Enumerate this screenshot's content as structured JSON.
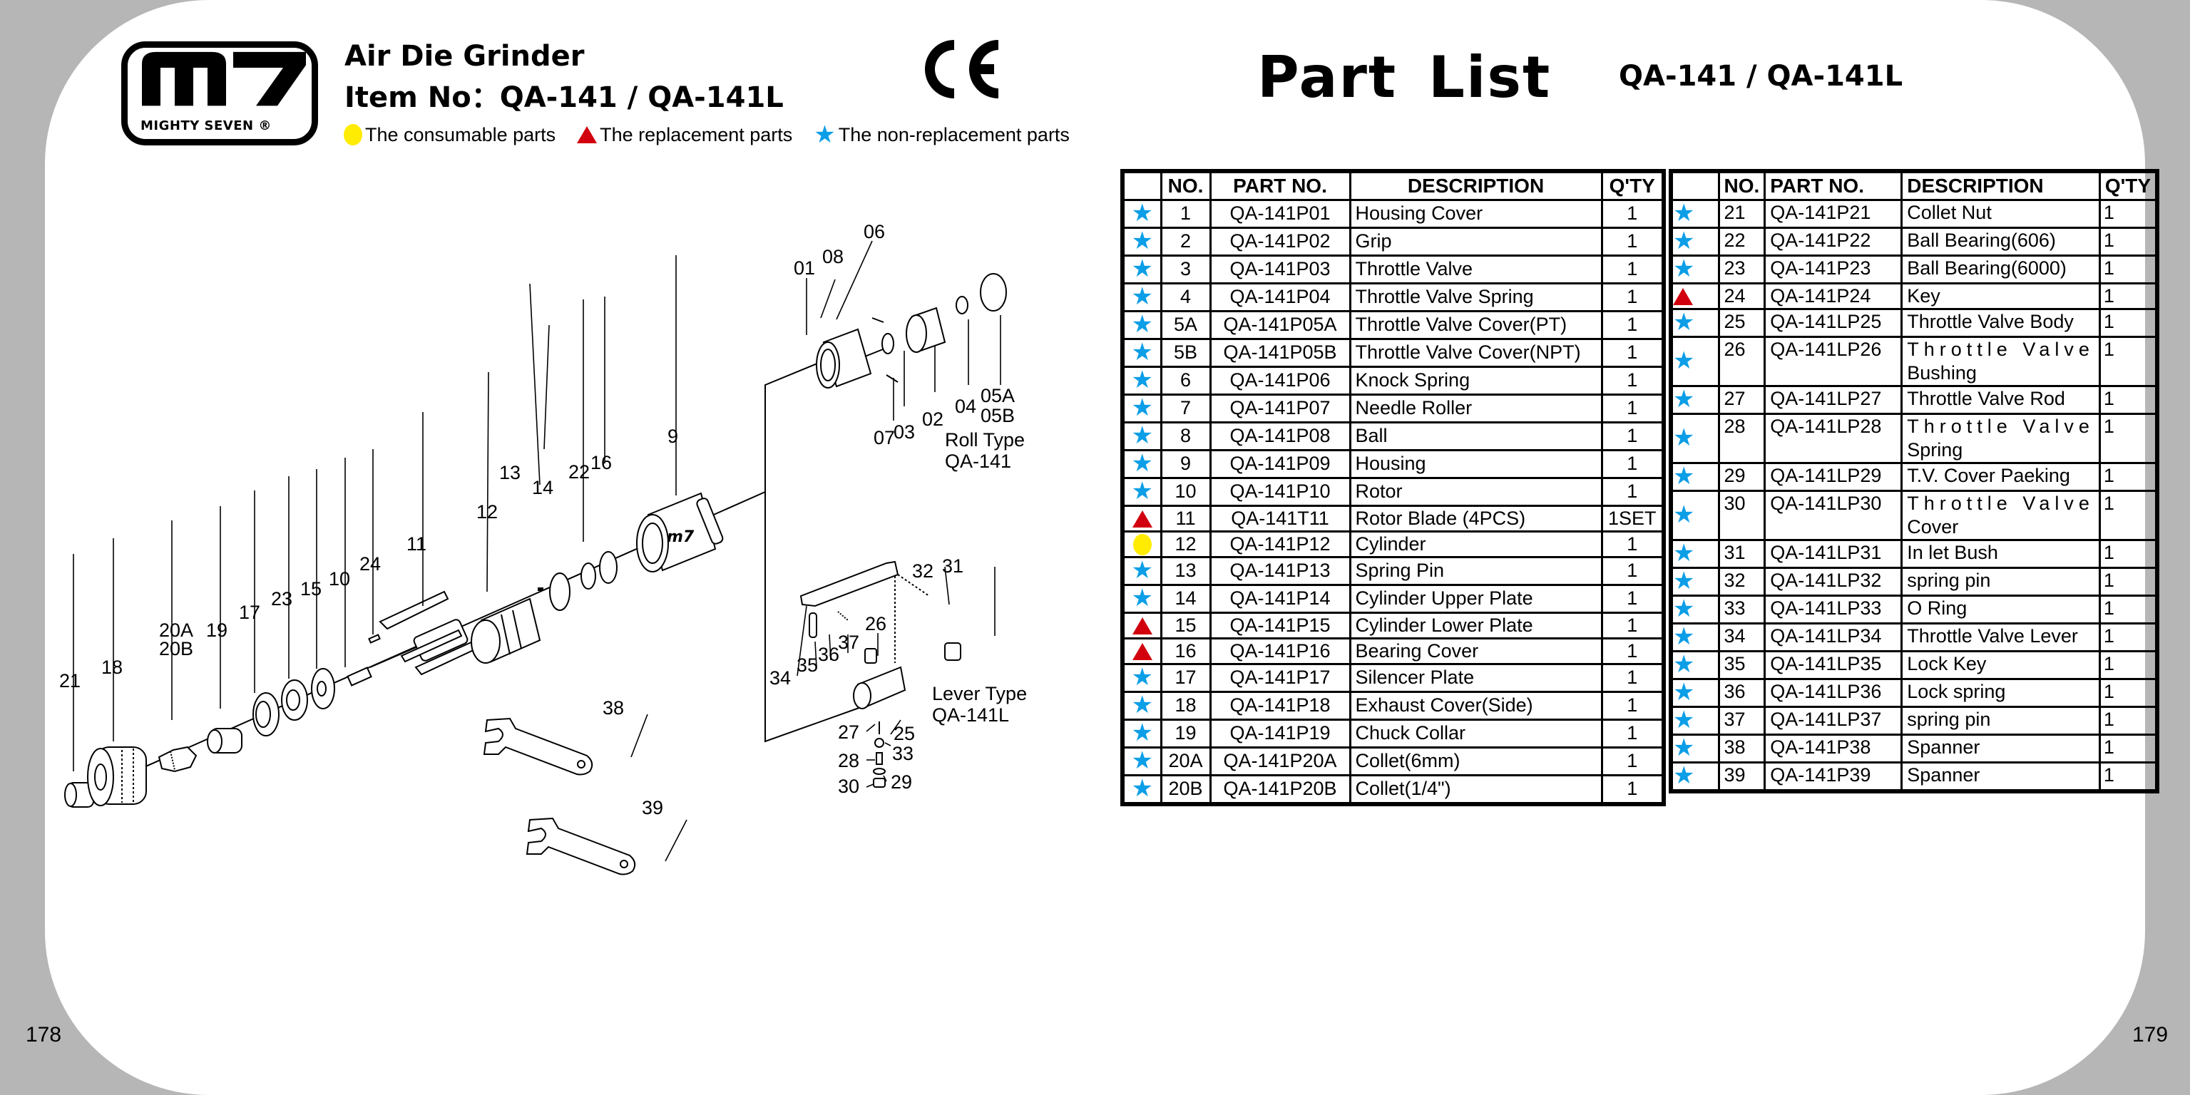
{
  "left_page": {
    "page_number": "178",
    "logo": {
      "mark": "m7",
      "brand": "MIGHTY SEVEN ®"
    },
    "product_title": "Air Die Grinder",
    "item_no": "Item No：QA-141 / QA-141L",
    "ce_mark": "CE",
    "legend": [
      {
        "symbol": "circle",
        "color": "#ffec00",
        "label": "The consumable parts"
      },
      {
        "symbol": "triangle",
        "color": "#d2000e",
        "label": "The replacement parts"
      },
      {
        "symbol": "star",
        "color": "#0c9ee7",
        "label": "The non-replacement parts"
      }
    ],
    "diagram": {
      "callouts": [
        "01",
        "08",
        "06",
        "02",
        "03",
        "07",
        "04",
        "05A",
        "05B",
        "9",
        "13",
        "14",
        "22",
        "16",
        "12",
        "11",
        "24",
        "10",
        "15",
        "23",
        "17",
        "19",
        "20A",
        "20B",
        "18",
        "21",
        "38",
        "39",
        "32",
        "31",
        "26",
        "37",
        "36",
        "35",
        "34",
        "27",
        "25",
        "33",
        "28",
        "29",
        "30"
      ],
      "roll_type": {
        "line1": "Roll Type",
        "line2": "QA-141"
      },
      "lever_type": {
        "line1": "Lever Type",
        "line2": "QA-141L"
      }
    }
  },
  "right_page": {
    "page_number": "179",
    "title": "Part List",
    "subtitle": "QA-141 / QA-141L",
    "columns": [
      "",
      "NO.",
      "PART NO.",
      "DESCRIPTION",
      "Q'TY"
    ],
    "table_left": [
      {
        "type": "star",
        "no": "1",
        "part": "QA-141P01",
        "desc": "Housing Cover",
        "qty": "1"
      },
      {
        "type": "star",
        "no": "2",
        "part": "QA-141P02",
        "desc": "Grip",
        "qty": "1"
      },
      {
        "type": "star",
        "no": "3",
        "part": "QA-141P03",
        "desc": "Throttle Valve",
        "qty": "1"
      },
      {
        "type": "star",
        "no": "4",
        "part": "QA-141P04",
        "desc": "Throttle Valve Spring",
        "qty": "1"
      },
      {
        "type": "star",
        "no": "5A",
        "part": "QA-141P05A",
        "desc": "Throttle Valve Cover(PT)",
        "qty": "1"
      },
      {
        "type": "star",
        "no": "5B",
        "part": "QA-141P05B",
        "desc": "Throttle Valve Cover(NPT)",
        "qty": "1"
      },
      {
        "type": "star",
        "no": "6",
        "part": "QA-141P06",
        "desc": "Knock Spring",
        "qty": "1"
      },
      {
        "type": "star",
        "no": "7",
        "part": "QA-141P07",
        "desc": "Needle Roller",
        "qty": "1"
      },
      {
        "type": "star",
        "no": "8",
        "part": "QA-141P08",
        "desc": "Ball",
        "qty": "1"
      },
      {
        "type": "star",
        "no": "9",
        "part": "QA-141P09",
        "desc": "Housing",
        "qty": "1"
      },
      {
        "type": "star",
        "no": "10",
        "part": "QA-141P10",
        "desc": "Rotor",
        "qty": "1"
      },
      {
        "type": "triangle",
        "no": "11",
        "part": "QA-141T11",
        "desc": "Rotor Blade (4PCS)",
        "qty": "1SET"
      },
      {
        "type": "circle",
        "no": "12",
        "part": "QA-141P12",
        "desc": "Cylinder",
        "qty": "1"
      },
      {
        "type": "star",
        "no": "13",
        "part": "QA-141P13",
        "desc": "Spring Pin",
        "qty": "1"
      },
      {
        "type": "star",
        "no": "14",
        "part": "QA-141P14",
        "desc": "Cylinder Upper Plate",
        "qty": "1"
      },
      {
        "type": "triangle",
        "no": "15",
        "part": "QA-141P15",
        "desc": "Cylinder Lower Plate",
        "qty": "1"
      },
      {
        "type": "triangle",
        "no": "16",
        "part": "QA-141P16",
        "desc": "Bearing Cover",
        "qty": "1"
      },
      {
        "type": "star",
        "no": "17",
        "part": "QA-141P17",
        "desc": "Silencer Plate",
        "qty": "1"
      },
      {
        "type": "star",
        "no": "18",
        "part": "QA-141P18",
        "desc": "Exhaust Cover(Side)",
        "qty": "1"
      },
      {
        "type": "star",
        "no": "19",
        "part": "QA-141P19",
        "desc": "Chuck Collar",
        "qty": "1"
      },
      {
        "type": "star",
        "no": "20A",
        "part": "QA-141P20A",
        "desc": "Collet(6mm)",
        "qty": "1"
      },
      {
        "type": "star",
        "no": "20B",
        "part": "QA-141P20B",
        "desc": "Collet(1/4\")",
        "qty": "1"
      }
    ],
    "table_right": [
      {
        "type": "star",
        "no": "21",
        "part": "QA-141P21",
        "desc": "Collet Nut",
        "qty": "1"
      },
      {
        "type": "star",
        "no": "22",
        "part": "QA-141P22",
        "desc": "Ball Bearing(606)",
        "qty": "1"
      },
      {
        "type": "star",
        "no": "23",
        "part": "QA-141P23",
        "desc": "Ball Bearing(6000)",
        "qty": "1"
      },
      {
        "type": "triangle",
        "no": "24",
        "part": "QA-141P24",
        "desc": "Key",
        "qty": "1"
      },
      {
        "type": "star",
        "no": "25",
        "part": "QA-141LP25",
        "desc": "Throttle Valve Body",
        "qty": "1"
      },
      {
        "type": "star",
        "no": "26",
        "part": "QA-141LP26",
        "desc": "Throttle Valve",
        "desc2": "Bushing",
        "qty": "1"
      },
      {
        "type": "star",
        "no": "27",
        "part": "QA-141LP27",
        "desc": "Throttle Valve Rod",
        "qty": "1"
      },
      {
        "type": "star",
        "no": "28",
        "part": "QA-141LP28",
        "desc": "Throttle Valve",
        "desc2": "Spring",
        "qty": "1"
      },
      {
        "type": "star",
        "no": "29",
        "part": "QA-141LP29",
        "desc": "T.V. Cover Paeking",
        "qty": "1"
      },
      {
        "type": "star",
        "no": "30",
        "part": "QA-141LP30",
        "desc": "Throttle Valve",
        "desc2": "Cover",
        "qty": "1"
      },
      {
        "type": "star",
        "no": "31",
        "part": "QA-141LP31",
        "desc": "In let Bush",
        "qty": "1"
      },
      {
        "type": "star",
        "no": "32",
        "part": "QA-141LP32",
        "desc": "spring pin",
        "qty": "1"
      },
      {
        "type": "star",
        "no": "33",
        "part": "QA-141LP33",
        "desc": "O Ring",
        "qty": "1"
      },
      {
        "type": "star",
        "no": "34",
        "part": "QA-141LP34",
        "desc": "Throttle Valve Lever",
        "qty": "1"
      },
      {
        "type": "star",
        "no": "35",
        "part": "QA-141LP35",
        "desc": "Lock Key",
        "qty": "1"
      },
      {
        "type": "star",
        "no": "36",
        "part": "QA-141LP36",
        "desc": "Lock spring",
        "qty": "1"
      },
      {
        "type": "star",
        "no": "37",
        "part": "QA-141LP37",
        "desc": "spring pin",
        "qty": "1"
      },
      {
        "type": "star",
        "no": "38",
        "part": "QA-141P38",
        "desc": "Spanner",
        "qty": "1"
      },
      {
        "type": "star",
        "no": "39",
        "part": "QA-141P39",
        "desc": "Spanner",
        "qty": "1"
      }
    ]
  }
}
